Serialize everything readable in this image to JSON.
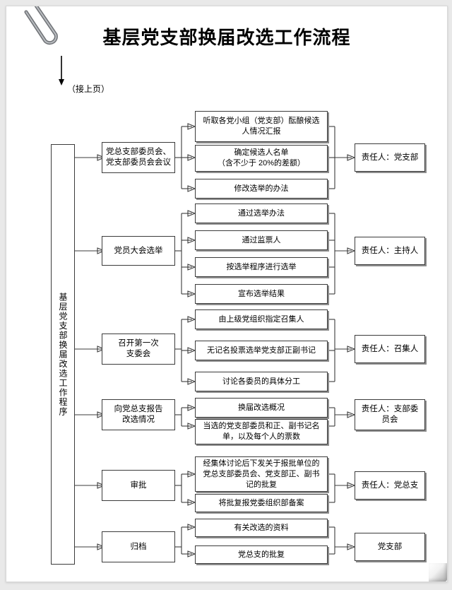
{
  "document": {
    "title": "基层党支部换届改选工作流程",
    "continuation_note": "（接上页）",
    "page_background": "#ffffff",
    "line_color": "#3b3b3b"
  },
  "spine": {
    "label": "基层党支部换届改选工作程序"
  },
  "stages": [
    {
      "id": "stage-1",
      "label": "党总支部委员会、\n党支部委员会会议",
      "details": [
        "听取各党小组（党支部）酝酿候选\n人情况汇报",
        "确定候选人名单\n（含不少于 20%的差额）",
        "修改选举的办法"
      ],
      "responsible": "责任人：党支部"
    },
    {
      "id": "stage-2",
      "label": "党员大会选举",
      "details": [
        "通过选举办法",
        "通过监票人",
        "按选举程序进行选举",
        "宣布选举结果"
      ],
      "responsible": "责任人：主持人"
    },
    {
      "id": "stage-3",
      "label": "召开第一次\n支委会",
      "details": [
        "由上级党组织指定召集人",
        "无记名投票选举党支部正副书记",
        "讨论各委员的具体分工"
      ],
      "responsible": "责任人：召集人"
    },
    {
      "id": "stage-4",
      "label": "向党总支报告\n改选情况",
      "details": [
        "换届改选概况",
        "当选的党支部委员和正、副书记名\n单，以及每个人的票数"
      ],
      "responsible": "责任人：支部委\n员会"
    },
    {
      "id": "stage-5",
      "label": "审批",
      "details": [
        "经集体讨论后下发关于报批单位的\n党总支部委员会、党支部正、副书\n记的批复",
        "将批复报党委组织部备案"
      ],
      "responsible": "责任人：党总支"
    },
    {
      "id": "stage-6",
      "label": "归档",
      "details": [
        "有关改选的资料",
        "党总支的批复"
      ],
      "responsible": "党支部"
    }
  ]
}
